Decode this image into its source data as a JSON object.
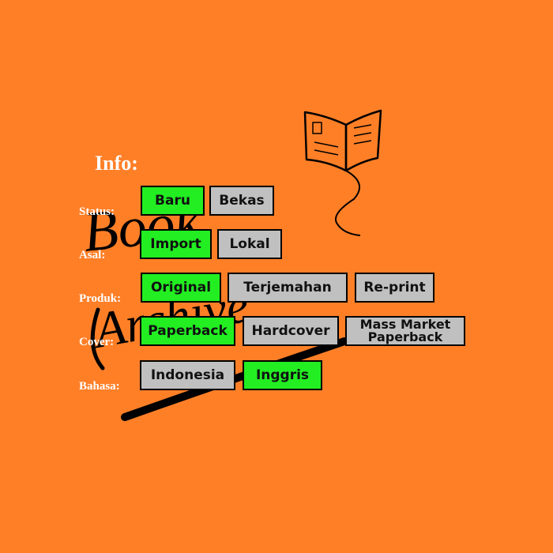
{
  "colors": {
    "background": "#ff7f27",
    "selected": "#22ee22",
    "unselected": "#c0c0c0"
  },
  "info_title": "Info:",
  "logo_text": "Book Archive",
  "rows": [
    {
      "label": "Status:",
      "options": [
        {
          "label": "Baru",
          "selected": true
        },
        {
          "label": "Bekas",
          "selected": false
        }
      ]
    },
    {
      "label": "Asal:",
      "options": [
        {
          "label": "Import",
          "selected": true
        },
        {
          "label": "Lokal",
          "selected": false
        }
      ]
    },
    {
      "label": "Produk:",
      "options": [
        {
          "label": "Original",
          "selected": true
        },
        {
          "label": "Terjemahan",
          "selected": false
        },
        {
          "label": "Re-print",
          "selected": false
        }
      ]
    },
    {
      "label": "Cover:",
      "options": [
        {
          "label": "Paperback",
          "selected": true
        },
        {
          "label": "Hardcover",
          "selected": false
        },
        {
          "label": "Mass Market",
          "label2": "Paperback",
          "selected": false
        }
      ]
    },
    {
      "label": "Bahasa:",
      "options": [
        {
          "label": "Indonesia",
          "selected": false
        },
        {
          "label": "Inggris",
          "selected": true
        }
      ]
    }
  ]
}
